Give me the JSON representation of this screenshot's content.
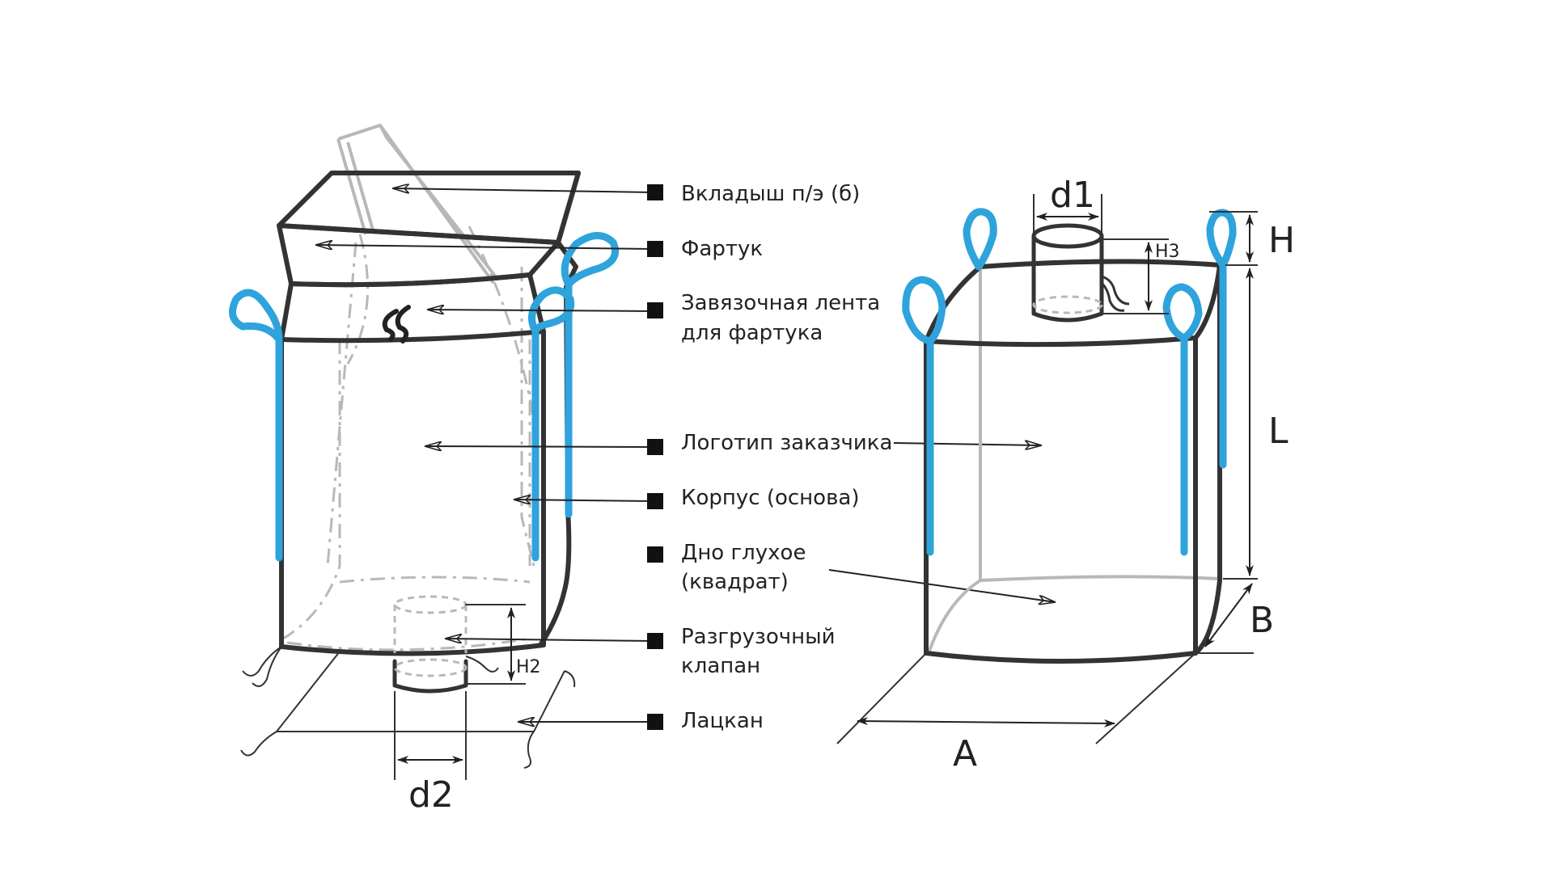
{
  "labels": {
    "liner": "Вкладыш п/э (б)",
    "apron": "Фартук",
    "tie_tape_line1": "Завязочная лента",
    "tie_tape_line2": "для фартука",
    "logo": "Логотип заказчика",
    "body": "Корпус (основа)",
    "bottom_line1": "Дно глухое",
    "bottom_line2": "(квадрат)",
    "valve_line1": "Разгрузочный",
    "valve_line2": "клапан",
    "lapel": "Лацкан"
  },
  "dimensions": {
    "d1": "d1",
    "d2": "d2",
    "h2": "H2",
    "h3": "H3",
    "h": "H",
    "l": "L",
    "a": "A",
    "b": "B"
  },
  "colors": {
    "outline": "#333333",
    "loops": "#2ea3dc",
    "hidden": "#b8b8b8"
  }
}
